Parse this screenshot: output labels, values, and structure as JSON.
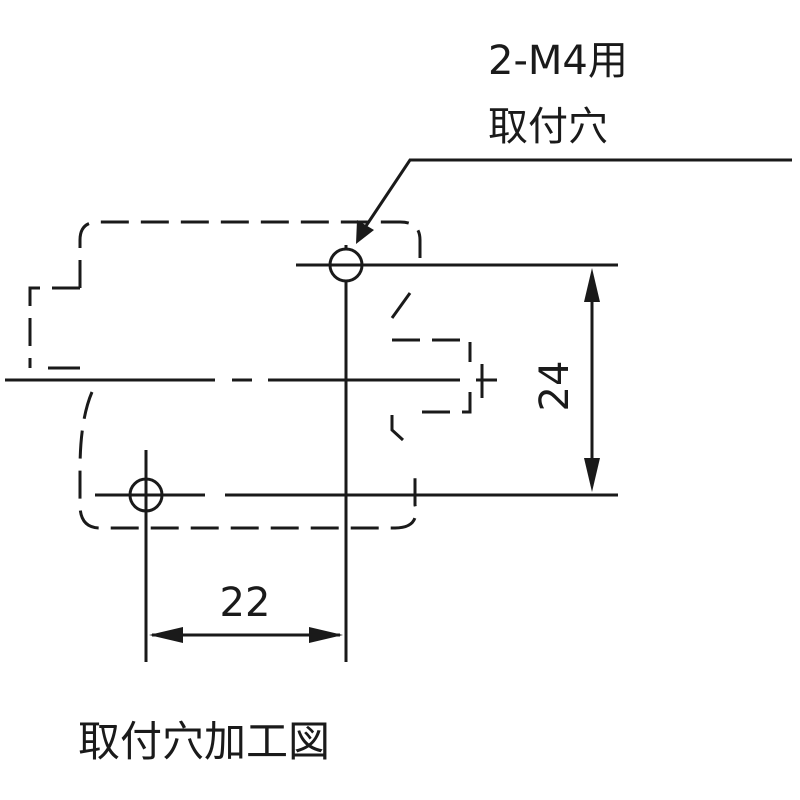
{
  "callout": {
    "line1": "2-M4用",
    "line2": "取付穴"
  },
  "dimensions": {
    "vertical": "24",
    "horizontal": "22"
  },
  "caption": "取付穴加工図"
}
